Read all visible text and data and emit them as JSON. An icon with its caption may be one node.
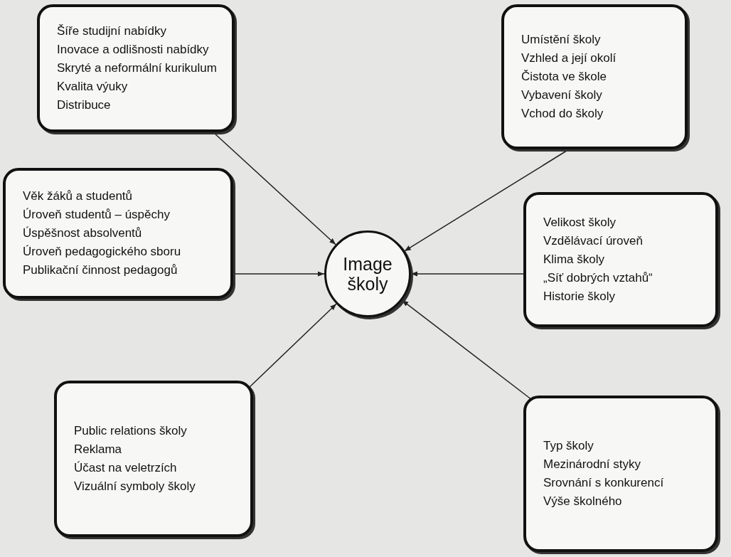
{
  "diagram": {
    "nodes": [
      {
        "text": [
          "Šíře studijní nabídky",
          "Inovace a odlišnosti nabídky",
          "Skryté a neformální kurikulum",
          "Kvalita výuky",
          "Distribuce"
        ]
      },
      {
        "text": [
          "Umístění školy",
          "Vzhled a její okolí",
          "Čistota ve škole",
          "Vybavení školy",
          "Vchod do školy"
        ]
      },
      {
        "text": [
          "Věk žáků a studentů",
          "Úroveň studentů – úspěchy",
          "Úspěšnost absolventů",
          "Úroveň pedagogického sboru",
          "Publikační činnost pedagogů"
        ]
      },
      {
        "text": [
          "Image školy"
        ]
      },
      {
        "text": [
          "Velikost školy",
          "Vzdělávací úroveň",
          "Klima školy",
          "„Síť dobrých vztahů“",
          "Historie školy"
        ]
      },
      {
        "text": [
          "Public relations školy",
          "Reklama",
          "Účast na veletrzích",
          "Vizuální symboly školy"
        ]
      },
      {
        "text": [
          "Typ školy",
          "Mezinárodní styky",
          "Srovnání s konkurencí",
          "Výše školného"
        ]
      }
    ],
    "edges": [
      {
        "from": 0,
        "to": 3,
        "arrow": "to"
      },
      {
        "from": 1,
        "to": 3,
        "arrow": "to"
      },
      {
        "from": 2,
        "to": 3,
        "arrow": "to"
      },
      {
        "from": 4,
        "to": 3,
        "arrow": "to"
      },
      {
        "from": 5,
        "to": 3,
        "arrow": "to"
      },
      {
        "from": 6,
        "to": 3,
        "arrow": "to"
      }
    ]
  }
}
